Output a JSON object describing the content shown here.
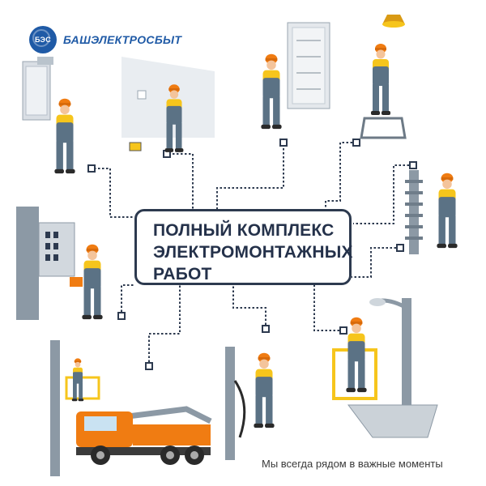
{
  "brand": {
    "abbr": "БЭС",
    "name": "БАШЭЛЕКТРОСБЫТ",
    "color": "#1f5aa6"
  },
  "headline": {
    "lines": [
      "ПОЛНЫЙ КОМПЛЕКС",
      "ЭЛЕКТРОМОНТАЖНЫХ",
      "РАБОТ"
    ]
  },
  "slogan": "Мы всегда рядом в важные моменты",
  "colors": {
    "helmet": "#f07c12",
    "overalls": "#5b7285",
    "shirt": "#f6c51c",
    "skin": "#f4c49b",
    "frame": "#2d3a4f",
    "truck": "#f07c12"
  },
  "scenes": [
    {
      "name": "worker-electrical-panel"
    },
    {
      "name": "worker-wall-socket"
    },
    {
      "name": "worker-switchboard"
    },
    {
      "name": "worker-ceiling-lamp"
    },
    {
      "name": "worker-insulator"
    },
    {
      "name": "worker-distribution-box"
    },
    {
      "name": "worker-utility-pole"
    },
    {
      "name": "worker-street-light"
    },
    {
      "name": "bucket-truck"
    }
  ]
}
